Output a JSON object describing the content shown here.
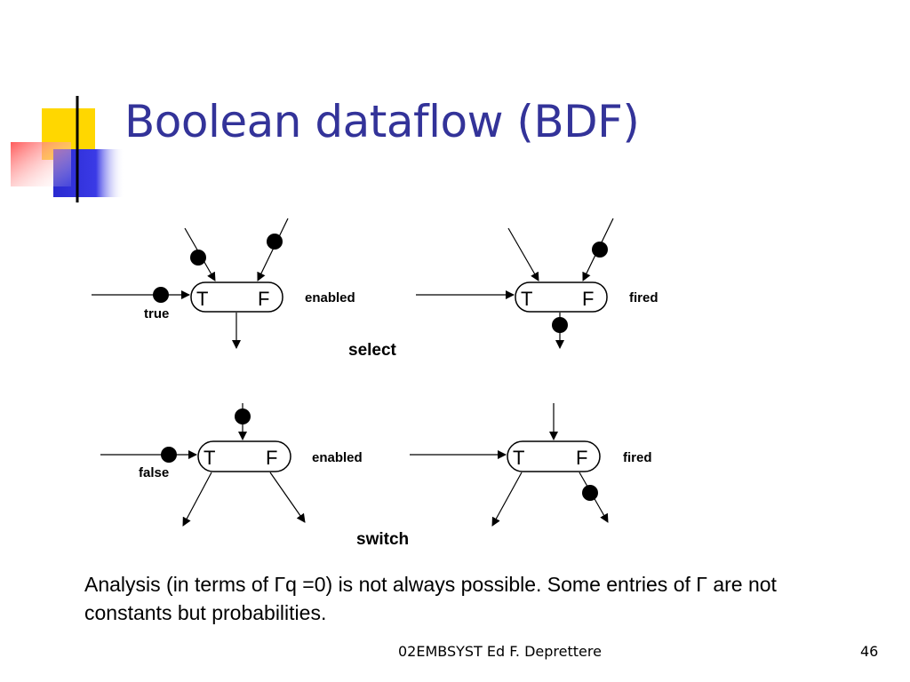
{
  "slide": {
    "title": "Boolean dataflow (BDF)",
    "footer": "02EMBSYST Ed F. Deprettere",
    "page_number": "46"
  },
  "diagram": {
    "select": {
      "caption": "select",
      "enabled": {
        "state": "enabled",
        "control_token": "true",
        "port_true": "T",
        "port_false": "F"
      },
      "fired": {
        "state": "fired",
        "port_true": "T",
        "port_false": "F"
      }
    },
    "switch": {
      "caption": "switch",
      "enabled": {
        "state": "enabled",
        "control_token": "false",
        "port_true": "T",
        "port_false": "F"
      },
      "fired": {
        "state": "fired",
        "port_true": "T",
        "port_false": "F"
      }
    }
  },
  "analysis_text": "Analysis (in terms of Γq =0)  is not always possible. Some entries of Γ are not constants but probabilities."
}
